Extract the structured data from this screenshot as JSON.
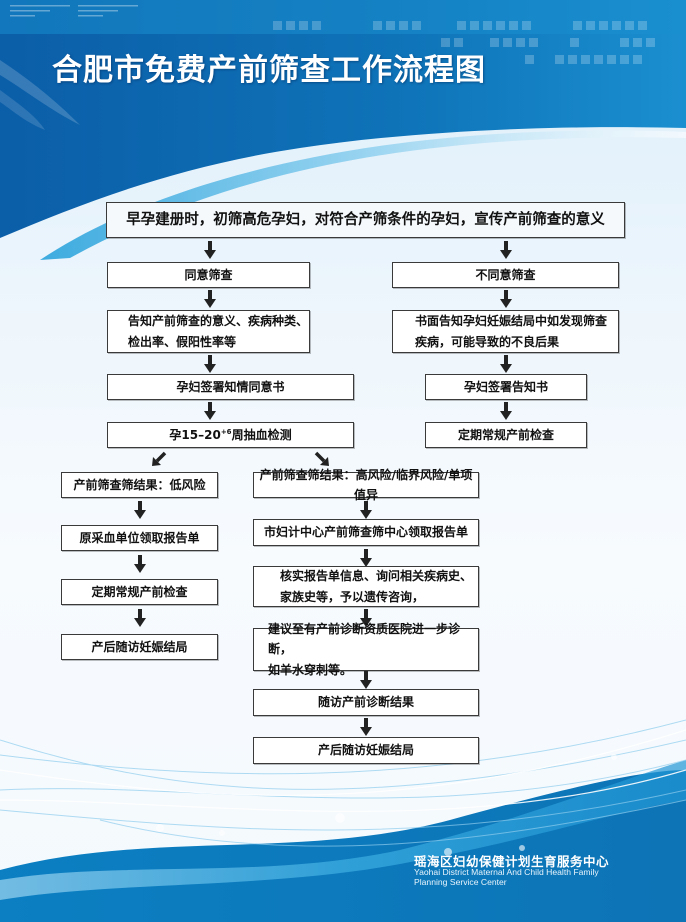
{
  "header": {
    "title": "合肥市免费产前筛查工作流程图"
  },
  "flow": {
    "start": "早孕建册时，初筛高危孕妇，对符合产筛条件的孕妇，宣传产前筛查的意义",
    "agree_branch": {
      "agree": "同意筛查",
      "inform_line1": "告知产前筛查的意义、疾病种类、",
      "inform_line2": "检出率、假阳性率等",
      "consent": "孕妇签署知情同意书",
      "blood_test_prefix": "孕15–20",
      "blood_test_sup": "+6",
      "blood_test_suffix": "周抽血检测"
    },
    "disagree_branch": {
      "disagree": "不同意筛查",
      "written_line1": "书面告知孕妇妊娠结局中如发现筛查",
      "written_line2": "疾病，可能导致的不良后果",
      "sign": "孕妇签署告知书",
      "regular": "定期常规产前检查"
    },
    "low_risk_branch": {
      "result": "产前筛查筛结果：低风险",
      "collect": "原采血单位领取报告单",
      "regular": "定期常规产前检查",
      "followup": "产后随访妊娠结局"
    },
    "high_risk_branch": {
      "result": "产前筛查筛结果：高风险/临界风险/单项值异",
      "collect": "市妇计中心产前筛查筛中心领取报告单",
      "verify_line1": "核实报告单信息、询问相关疾病史、",
      "verify_line2": "家族史等，予以遗传咨询，",
      "advise_line1": "建议至有产前诊断资质医院进一步诊断，",
      "advise_line2": "如羊水穿刺等。",
      "diag_followup": "随访产前诊断结果",
      "followup": "产后随访妊娠结局"
    }
  },
  "footer": {
    "org_cn": "瑶海区妇幼保健计划生育服务中心",
    "org_en_line1": "Yaohai District Maternal And Child Health Family",
    "org_en_line2": "Planning Service Center"
  },
  "colors": {
    "header_blue": "#0e6db3",
    "light_blue": "#3fb0e3",
    "box_border": "#3a3a3a",
    "arrow": "#222222"
  }
}
